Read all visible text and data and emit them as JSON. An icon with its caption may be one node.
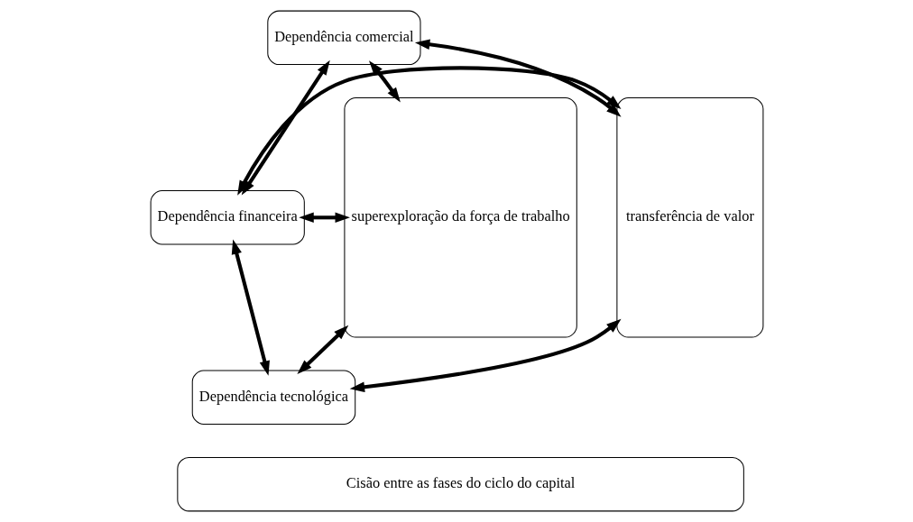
{
  "diagram": {
    "nodes": [
      {
        "text": [
          "superexploração da força de trabalho"
        ]
      },
      {
        "text": [
          "Dependência comercial"
        ]
      },
      {
        "text": [
          "Dependência financeira"
        ]
      },
      {
        "text": [
          "Dependência tecnológica"
        ]
      },
      {
        "text": [
          "transferência de valor"
        ]
      },
      {
        "text": [
          "Cisão entre as fases do ciclo do capital"
        ]
      }
    ],
    "edges": [
      {
        "from": 0,
        "to": 1,
        "arrow": "both"
      },
      {
        "from": 1,
        "to": 4,
        "arrow": "both"
      },
      {
        "from": 1,
        "to": 2,
        "arrow": "both"
      },
      {
        "from": 0,
        "to": 2,
        "arrow": "both"
      },
      {
        "from": 2,
        "to": 4,
        "arrow": "both"
      },
      {
        "from": 2,
        "to": 3,
        "arrow": "both"
      },
      {
        "from": 0,
        "to": 3,
        "arrow": "both"
      },
      {
        "from": 3,
        "to": 4,
        "arrow": "both"
      }
    ]
  }
}
